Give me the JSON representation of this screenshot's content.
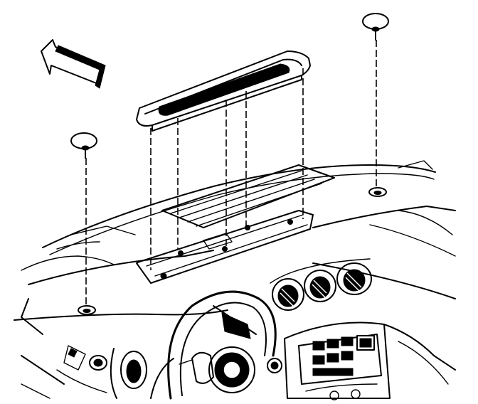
{
  "diagram": {
    "view": "instrument-panel-exploded",
    "parts": [
      {
        "name": "direction-arrow-icon"
      },
      {
        "name": "center-speaker-grille-panel"
      },
      {
        "name": "left-retainer-clip"
      },
      {
        "name": "right-retainer-clip"
      }
    ],
    "colors": {
      "line": "#000000",
      "background": "#ffffff"
    }
  }
}
